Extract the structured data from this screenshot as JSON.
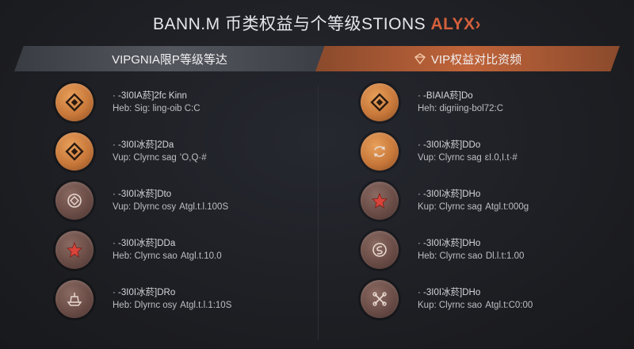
{
  "title": {
    "main": "BANN.M 币类权益与个等级STIONS",
    "accent": "ALYX›"
  },
  "headers": {
    "left": "VIPGNIA限P等级等达",
    "right": "VIP权益对比资频",
    "right_icon": "gem-icon"
  },
  "left_rows": [
    {
      "icon": "diamond-icon",
      "style": "bronze",
      "line1": "· -3I0IA菸]2fc Kinn",
      "line2": "Heb: Sig: ling-oib C:C",
      "extra": ""
    },
    {
      "icon": "diamond-icon",
      "style": "bronze",
      "line1": "· -3I0I冰菸]2Da",
      "line2": "Vup: Clyrnc sag",
      "extra": "ʻO,Q·#"
    },
    {
      "icon": "compass-icon",
      "style": "muted",
      "line1": "· -3I0I冰菸]Dto",
      "line2": "Vup: Dlyrnc osy",
      "extra": "Atgl.t.l.100S"
    },
    {
      "icon": "star-icon",
      "style": "muted",
      "line1": "· -3I0I冰菸]DDa",
      "line2": "Heb: Clyrnc sao",
      "extra": "Atgl.t.10.0"
    },
    {
      "icon": "ship-icon",
      "style": "muted",
      "line1": "· -3I0I冰菸]DRo",
      "line2": "Heb: Dlyrnc osy",
      "extra": "Atgl.t.l.1:10S"
    }
  ],
  "right_rows": [
    {
      "icon": "diamond-icon",
      "style": "bronze",
      "line1": "· -BIAIA菸]Do",
      "line2": "Heh: digriing-bol72:C",
      "extra": ""
    },
    {
      "icon": "refresh-icon",
      "style": "bronze",
      "line1": "· -3I0I冰菸]DDo",
      "line2": "Vup: Clyrnc sag",
      "extra": "ɛI.0,I.t·#"
    },
    {
      "icon": "star-icon",
      "style": "muted",
      "line1": "· -3I0I冰菸]DHo",
      "line2": "Kup: Clyrnc sag",
      "extra": "Atgl.t:000g"
    },
    {
      "icon": "cycle-icon",
      "style": "muted",
      "line1": "· -3I0I冰菸]DHo",
      "line2": "Heb: Clyrnc sao",
      "extra": "Dl.l.t:1.00"
    },
    {
      "icon": "knot-icon",
      "style": "muted",
      "line1": "· -3I0I冰菸]DHo",
      "line2": "Kup: Clyrnc sao",
      "extra": "Atgl.t:C0:00"
    }
  ]
}
